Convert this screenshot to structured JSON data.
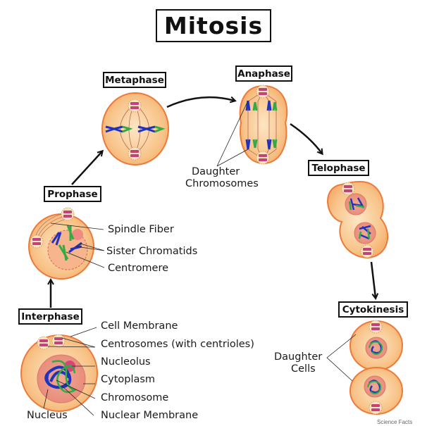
{
  "title": "Mitosis",
  "phases": {
    "interphase": "Interphase",
    "prophase": "Prophase",
    "metaphase": "Metaphase",
    "anaphase": "Anaphase",
    "telophase": "Telophase",
    "cytokinesis": "Cytokinesis"
  },
  "labels": {
    "interphase": {
      "cell_membrane": "Cell Membrane",
      "centrosomes": "Centrosomes (with centrioles)",
      "nucleolus": "Nucleolus",
      "cytoplasm": "Cytoplasm",
      "chromosome": "Chromosome",
      "nuclear_membrane": "Nuclear Membrane",
      "nucleus": "Nucleus"
    },
    "prophase": {
      "spindle_fiber": "Spindle Fiber",
      "sister_chromatids": "Sister Chromatids",
      "centromere": "Centromere"
    },
    "anaphase": {
      "daughter_chromosomes_line1": "Daughter",
      "daughter_chromosomes_line2": "Chromosomes"
    },
    "cytokinesis": {
      "daughter_cells_line1": "Daughter",
      "daughter_cells_line2": "Cells"
    }
  },
  "colors": {
    "cell_fill": "#f9c98a",
    "cell_stroke": "#ee7a3a",
    "nucleus_fill": "#ec9a86",
    "chromatid_blue": "#2233bb",
    "chromatid_green": "#33aa44",
    "centriole": "#c0447a"
  },
  "credit": "Science Facts"
}
